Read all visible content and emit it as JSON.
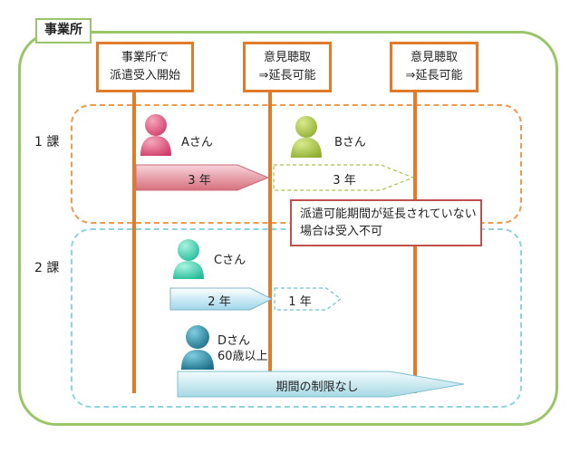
{
  "office": {
    "label": "事業所"
  },
  "sections": [
    {
      "label": "1 課"
    },
    {
      "label": "2 課"
    }
  ],
  "headers": [
    {
      "lines": [
        "事業所で",
        "派遣受入開始"
      ]
    },
    {
      "lines": [
        "意見聴取",
        "⇒延長可能"
      ]
    },
    {
      "lines": [
        "意見聴取",
        "⇒延長可能"
      ]
    }
  ],
  "persons": [
    {
      "name": "Aさん",
      "color": "#e2587d"
    },
    {
      "name": "Bさん",
      "color": "#a5c34b"
    },
    {
      "name": "Cさん",
      "color": "#3fd5b5"
    },
    {
      "name": "Dさん",
      "sub": "60歳以上",
      "color": "#2b8fa8"
    }
  ],
  "periods": {
    "a_solid": "3 年",
    "b_dashed": "3 年",
    "c_solid": "2 年",
    "c_dashed": "1 年",
    "d_long": "期間の制限なし"
  },
  "note": {
    "line1": "派遣可能期間が延長されていない",
    "line2": "場合は受入不可",
    "border_color": "#c0504d"
  },
  "colors": {
    "outer_border": "#9bc569",
    "vertical_line": "#e07b2b",
    "group1_border": "#ef9a4d",
    "group2_border": "#8fd3df"
  }
}
